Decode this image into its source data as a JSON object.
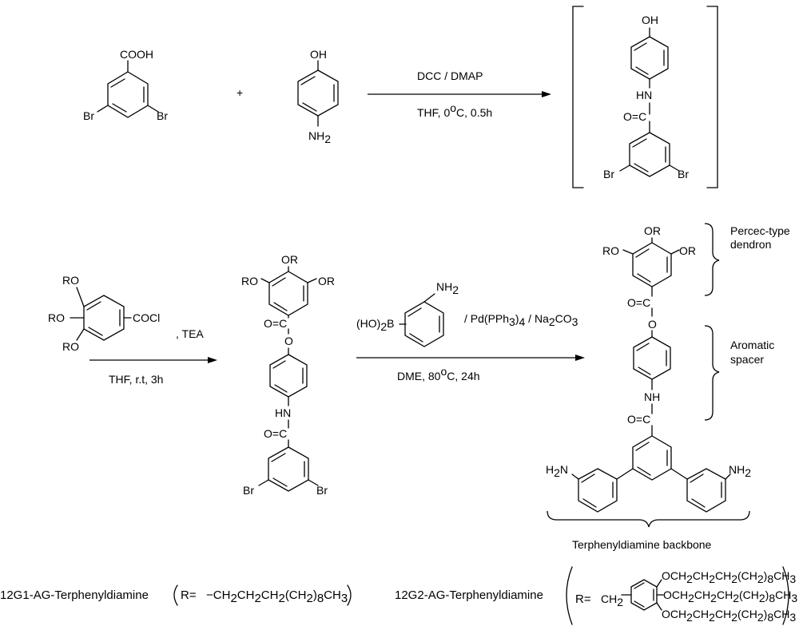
{
  "colors": {
    "ink": "#000000",
    "background": "#ffffff"
  },
  "step1": {
    "reactant_a": {
      "cooh": "COOH",
      "br_left": "Br",
      "br_right": "Br"
    },
    "plus": "+",
    "reactant_b": {
      "oh": "OH",
      "nh2": "NH2"
    },
    "reagents_above": "DCC / DMAP",
    "conditions_below": "THF, 0oC, 0.5h",
    "intermediate": {
      "oh": "OH",
      "hn": "HN",
      "co": "O=C",
      "br_left": "Br",
      "br_right": "Br"
    }
  },
  "step2": {
    "reactant": {
      "ro_top": "RO",
      "ro_mid": "RO",
      "ro_bottom": "RO",
      "acyl": "COCl"
    },
    "base": ", TEA",
    "conditions_below": "THF, r.t, 3h",
    "product": {
      "or_top": "OR",
      "ro_left": "RO",
      "or_right": "OR",
      "co": "O=C",
      "o_link": "O",
      "hn": "HN",
      "co2": "O=C",
      "br_left": "Br",
      "br_right": "Br"
    }
  },
  "step3": {
    "boronic": {
      "prefix": "(HO)2B",
      "nh2": "NH2"
    },
    "reagents_above": "/ Pd(PPh3)4 / Na2CO3",
    "conditions_below": "DME, 80oC, 24h",
    "final": {
      "or_top": "OR",
      "ro_left": "RO",
      "or_right": "OR",
      "co": "O=C",
      "o_link": "O",
      "nh": "NH",
      "co2": "O=C",
      "h2n_left": "H2N",
      "nh2_right": "NH2"
    }
  },
  "annotations": {
    "dendron": [
      "Percec-type",
      "dendron"
    ],
    "spacer": [
      "Aromatic",
      "spacer"
    ],
    "backbone": "Terphenyldiamine backbone"
  },
  "legend": {
    "g1": {
      "name": "12G1-AG-Terphenyldiamine",
      "r_label": "R=",
      "r_value": "−CH2CH2CH2(CH2)8CH3"
    },
    "g2": {
      "name": "12G2-AG-Terphenyldiamine",
      "r_label": "R=",
      "ch2": "CH2",
      "chain": "OCH2CH2CH2(CH2)8CH3"
    }
  }
}
